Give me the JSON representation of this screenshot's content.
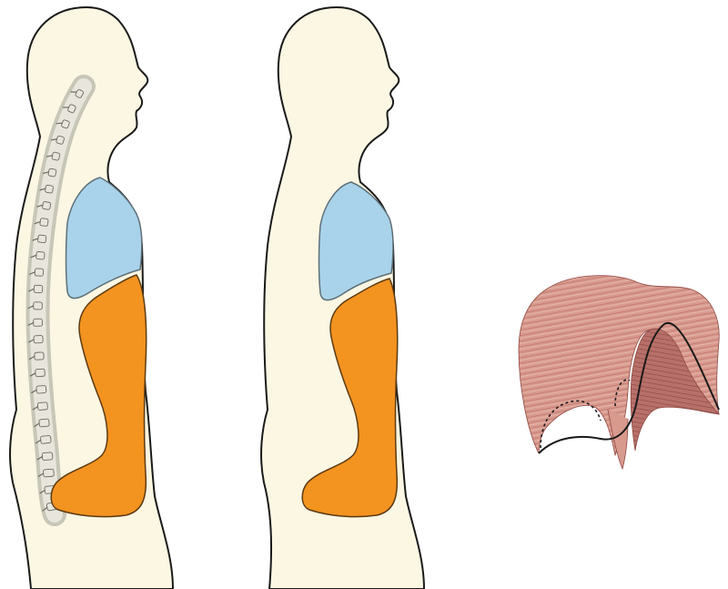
{
  "figures": [
    {
      "id": "torso-with-spine",
      "shows": [
        "spine",
        "lung",
        "abdomen"
      ]
    },
    {
      "id": "torso-without-spine",
      "shows": [
        "lung",
        "abdomen"
      ]
    },
    {
      "id": "diaphragm-muscle",
      "shows": [
        "diaphragm"
      ]
    }
  ],
  "colors": {
    "body_fill": "#fbf7e3",
    "body_stroke": "#1a1a1a",
    "lung_fill": "#a9d3ea",
    "lung_stroke": "#5f6f78",
    "abdomen_fill": "#f39320",
    "abdomen_stroke": "#5b3a12",
    "spine_light": "#e8e6dc",
    "spine_dark": "#6a6a62",
    "diaphragm_light": "#e8b3a6",
    "diaphragm_mid": "#c97e74",
    "diaphragm_dark": "#8e4a44"
  }
}
